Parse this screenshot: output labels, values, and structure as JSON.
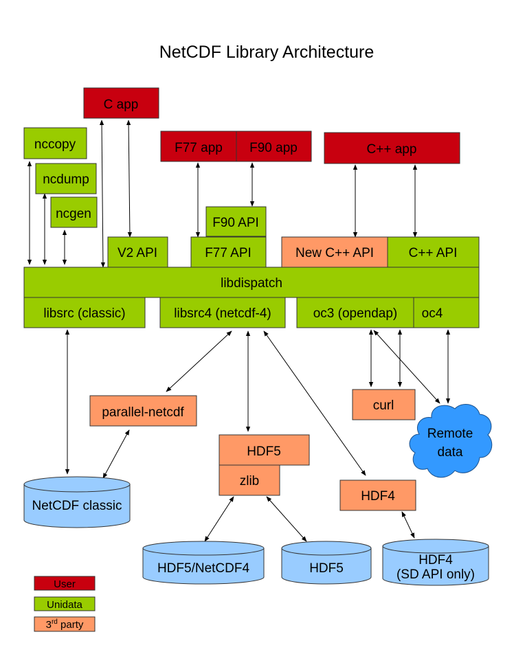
{
  "title": "NetCDF Library Architecture",
  "colors": {
    "user": "#c8000f",
    "unidata": "#99cc00",
    "third_party": "#ff9966",
    "storage": "#99ccff",
    "cloud": "#3399ff",
    "border": "#333333"
  },
  "nodes": {
    "c_app": "C app",
    "nccopy": "nccopy",
    "ncdump": "ncdump",
    "ncgen": "ncgen",
    "f77_app": "F77 app",
    "f90_app": "F90 app",
    "cpp_app": "C++ app",
    "f90_api": "F90 API",
    "v2_api": "V2 API",
    "f77_api": "F77 API",
    "new_cpp_api": "New C++ API",
    "cpp_api": "C++ API",
    "libdispatch": "libdispatch",
    "libsrc": "libsrc (classic)",
    "libsrc4": "libsrc4 (netcdf-4)",
    "oc3": "oc3 (opendap)",
    "oc4": "oc4",
    "parallel_netcdf": "parallel-netcdf",
    "curl": "curl",
    "remote_data_line1": "Remote",
    "remote_data_line2": "data",
    "hdf5_lib": "HDF5",
    "zlib": "zlib",
    "hdf4_lib": "HDF4",
    "netcdf_classic": "NetCDF classic",
    "hdf5_netcdf4": "HDF5/NetCDF4",
    "hdf5_file": "HDF5",
    "hdf4_file_line1": "HDF4",
    "hdf4_file_line2": "(SD API only)"
  },
  "legend": {
    "user": "User",
    "unidata": "Unidata",
    "third_party_prefix": "3",
    "third_party_sup": "rd",
    "third_party_suffix": " party"
  }
}
